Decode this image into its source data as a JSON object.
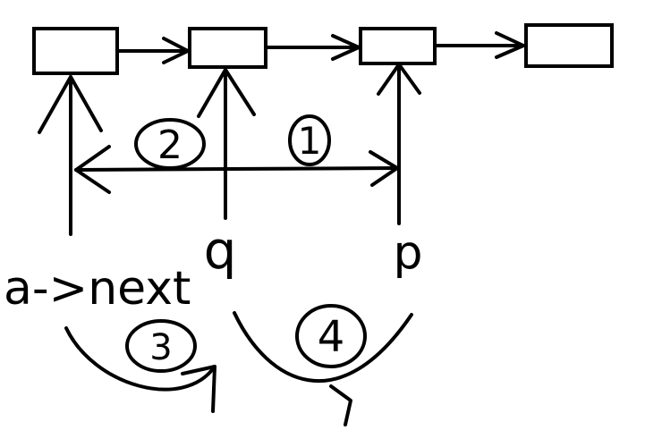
{
  "diagram": {
    "nodes": [
      "",
      "",
      "",
      ""
    ],
    "pointers": {
      "a_next": "a->next",
      "q": "q",
      "p": "p"
    },
    "step_labels": {
      "top_left": "2",
      "top_right": "1",
      "bottom_left": "3",
      "bottom_right": "4"
    },
    "ink_color": "#000000"
  }
}
